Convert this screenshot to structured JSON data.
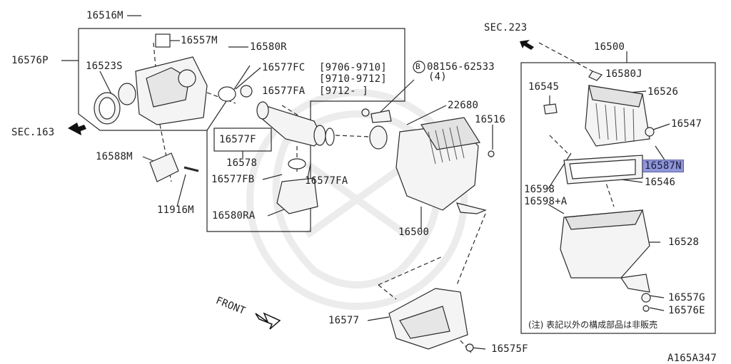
{
  "labels": {
    "p16516M": "16516M",
    "p16557M": "16557M",
    "p16580R": "16580R",
    "p16576P": "16576P",
    "p16523S": "16523S",
    "p16577FC": "16577FC",
    "fc_r1": "[9706-9710]",
    "fc_r2": "[9710-9712]",
    "p16577FA_top": "16577FA",
    "fa_r3": "[9712-    ]",
    "bolt_num": "08156-62533",
    "bolt_qty": "(4)",
    "p22680": "22680",
    "p16516": "16516",
    "sec223": "SEC.223",
    "sec163": "SEC.163",
    "p16500_top": "16500",
    "p16580J": "16580J",
    "p16545": "16545",
    "p16526": "16526",
    "p16547": "16547",
    "p16587N": "16587N",
    "p16546": "16546",
    "p16598": "16598",
    "p16598A": "16598+A",
    "p16528": "16528",
    "p16557G": "16557G",
    "p16576E": "16576E",
    "p16588M": "16588M",
    "p11916M": "11916M",
    "p16577F": "16577F",
    "p16578": "16578",
    "p16577FB": "16577FB",
    "p16577FA_low": "16577FA",
    "p16580RA": "16580RA",
    "p16500_mid": "16500",
    "p16577": "16577",
    "p16575F": "16575F",
    "front": "FRONT",
    "figure_id": "A165A347",
    "note": "(注) 表記以外の構成部品は非販売",
    "circled_b": "B"
  },
  "colors": {
    "line": "#2a2a2a",
    "highlight": "#8f97d6",
    "watermark": "#ececec"
  }
}
